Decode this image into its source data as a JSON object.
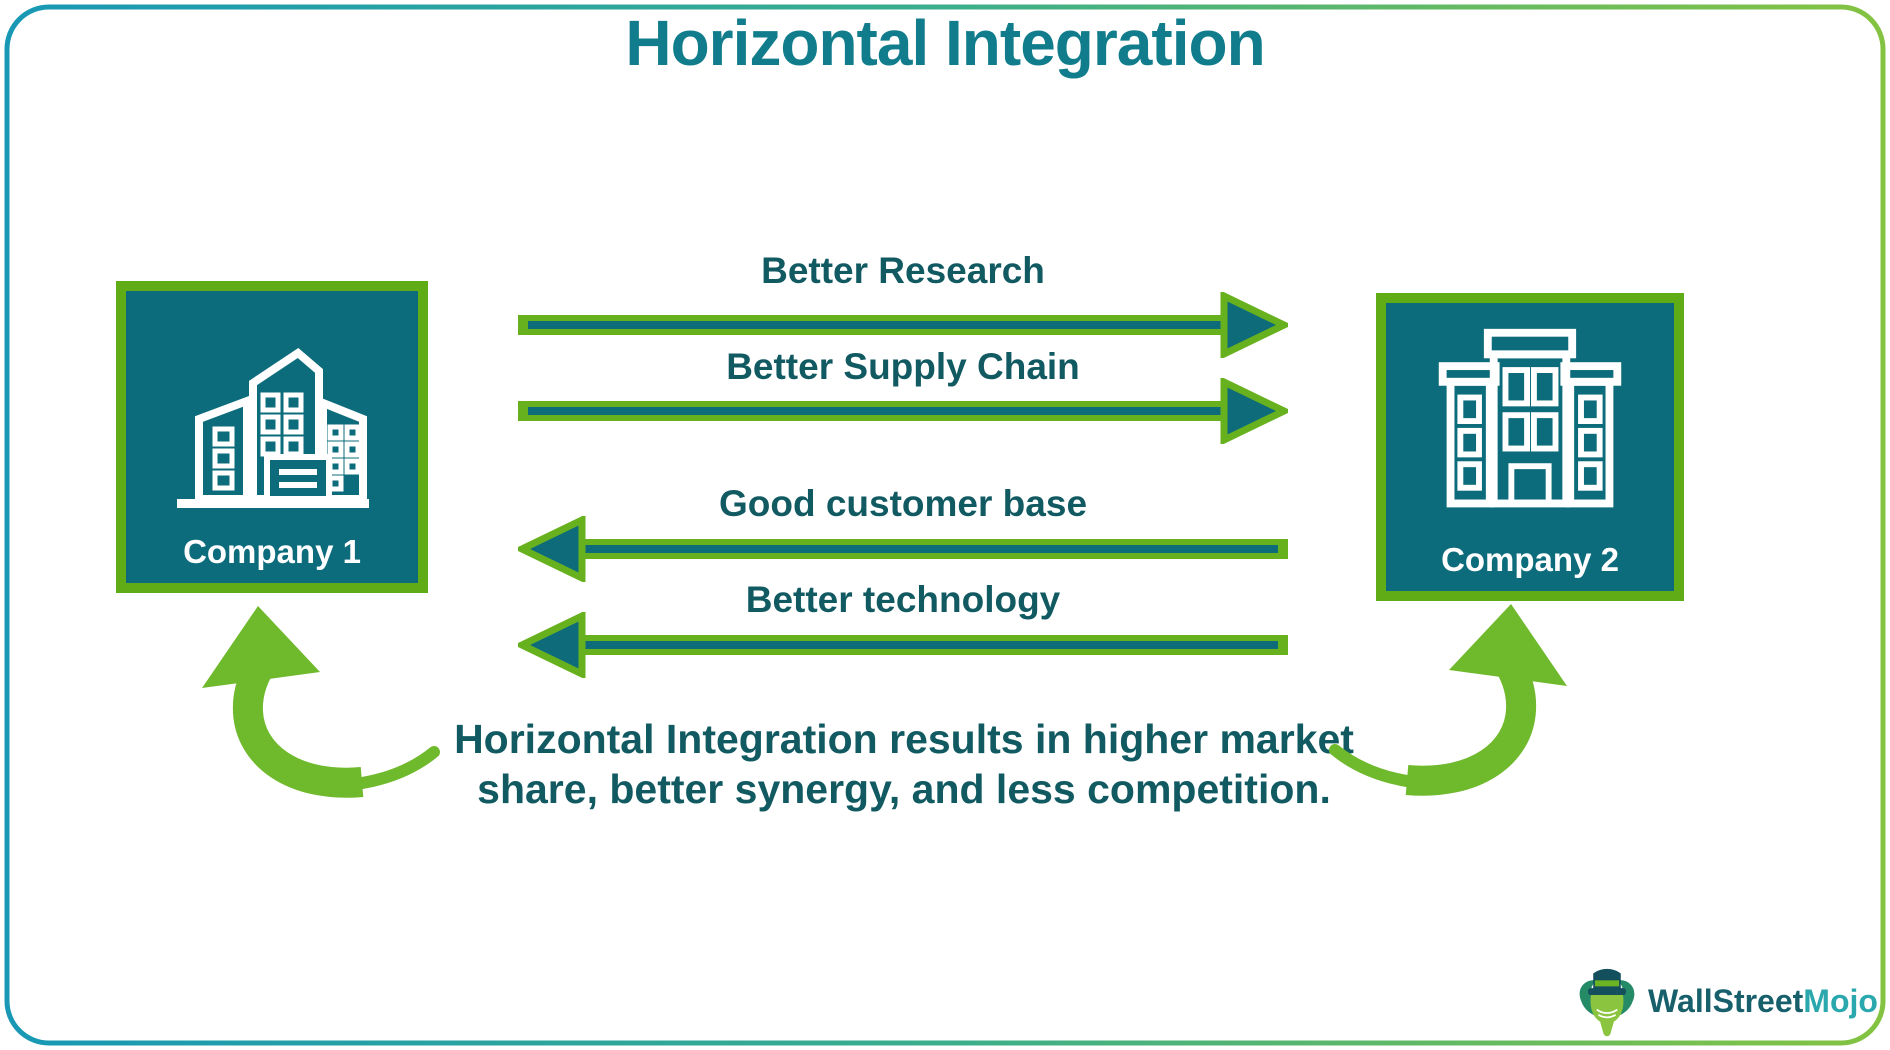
{
  "title": "Horizontal Integration",
  "company1": {
    "label": "Company 1"
  },
  "company2": {
    "label": "Company 2"
  },
  "arrows": [
    {
      "label": "Better Research",
      "direction": "right",
      "from": "Company 1",
      "to": "Company 2"
    },
    {
      "label": "Better Supply Chain",
      "direction": "right",
      "from": "Company 1",
      "to": "Company 2"
    },
    {
      "label": "Good customer base",
      "direction": "left",
      "from": "Company 2",
      "to": "Company 1"
    },
    {
      "label": "Better technology",
      "direction": "left",
      "from": "Company 2",
      "to": "Company 1"
    }
  ],
  "caption": "Horizontal Integration results in higher market share, better synergy, and less competition.",
  "logo": {
    "brand_primary": "WallStreet",
    "brand_accent": "Mojo"
  },
  "icons": {
    "company1": "skyscraper-cluster-icon",
    "company2": "office-building-icon",
    "curved_left": "curved-up-arrow-icon",
    "curved_right": "curved-up-arrow-icon",
    "mascot": "wallstreetmojo-bull-icon"
  },
  "colors": {
    "title_teal": "#117D8C",
    "label_teal": "#125A62",
    "box_fill_teal": "#0C6C7B",
    "box_border_green": "#60AC16",
    "arrow_green": "#68B11E",
    "arrow_stripe_teal": "#0E6B7A",
    "curved_arrow_green": "#6FB92C",
    "brand_dark": "#175F6B",
    "brand_accent": "#2BA8AD",
    "frame_gradient_left": "#1898B5",
    "frame_gradient_right": "#84C341"
  }
}
